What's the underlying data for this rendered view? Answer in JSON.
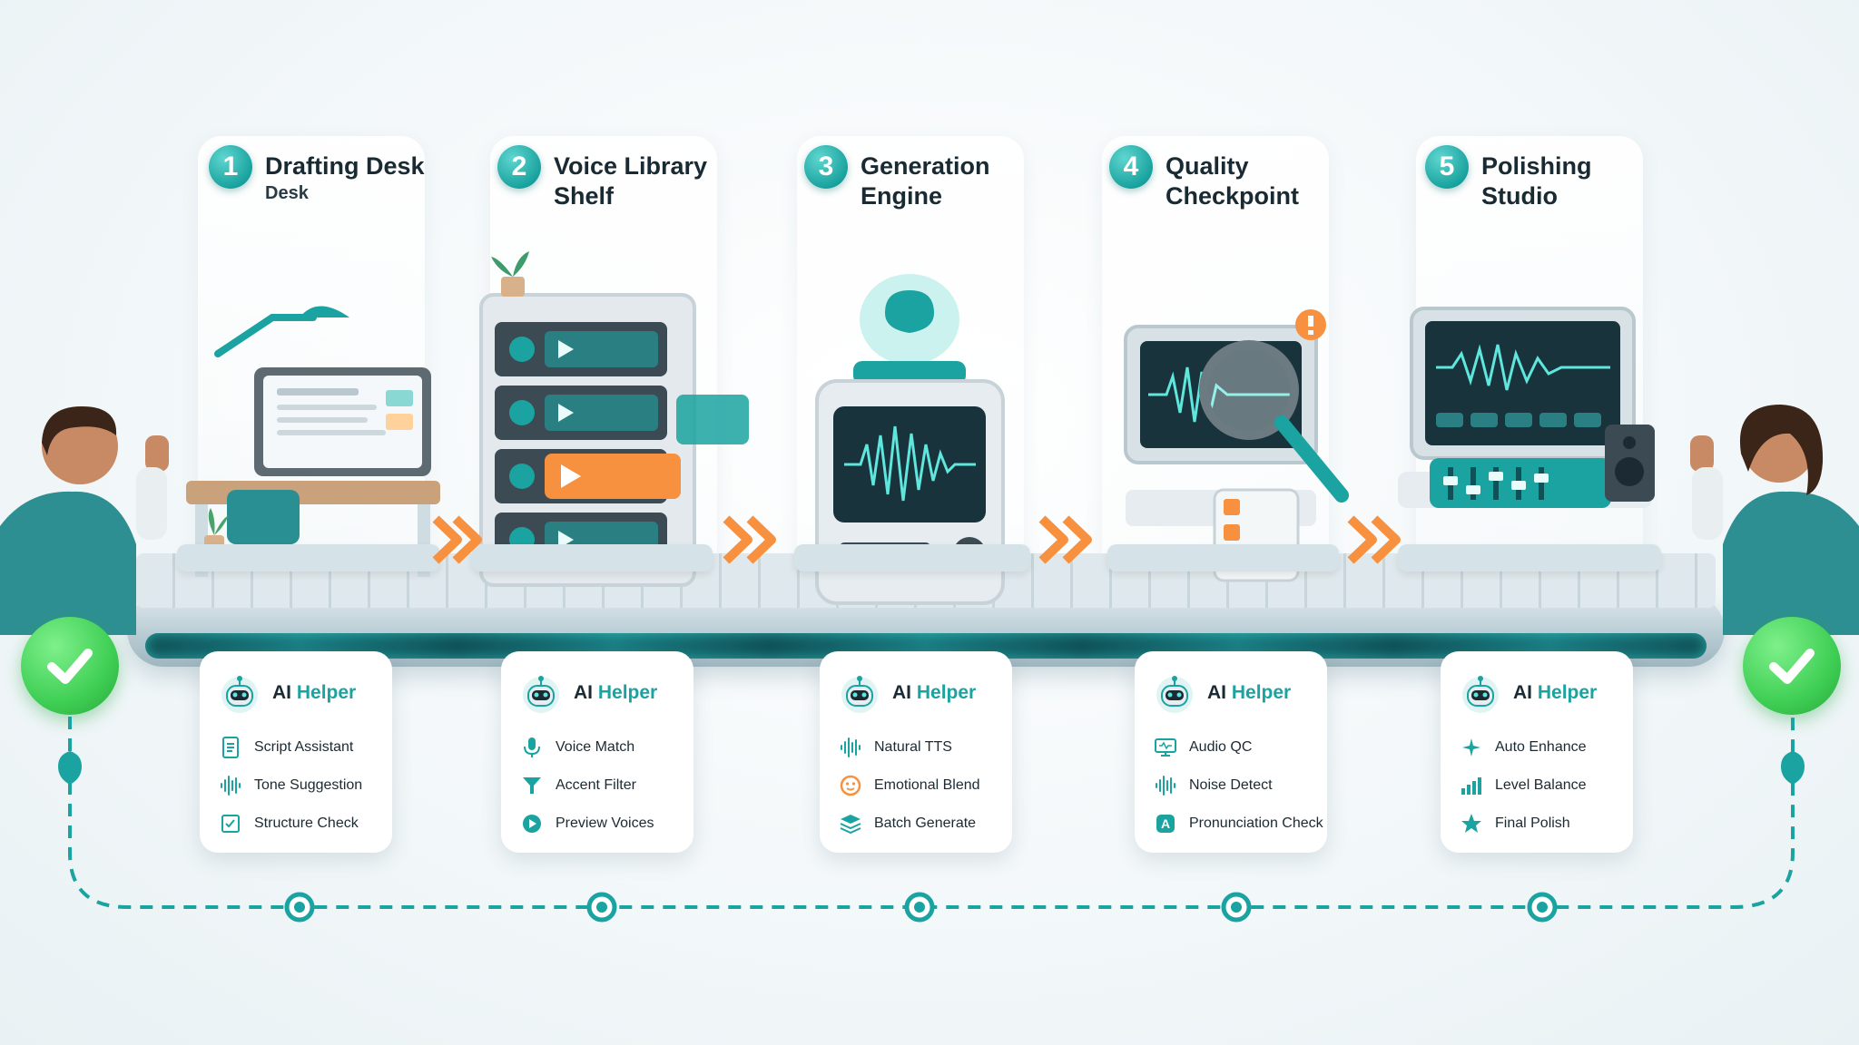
{
  "stages": [
    {
      "number": "1",
      "title": "Drafting Desk",
      "subtitle": "Desk"
    },
    {
      "number": "2",
      "title": "Voice Library\nShelf"
    },
    {
      "number": "3",
      "title": "Generation\nEngine"
    },
    {
      "number": "4",
      "title": "Quality\nCheckpoint"
    },
    {
      "number": "5",
      "title": "Polishing\nStudio"
    }
  ],
  "helpers": [
    {
      "ai": "AI",
      "helper": "Helper",
      "items": [
        {
          "label": "Script Assistant",
          "icon": "document-icon"
        },
        {
          "label": "Tone Suggestion",
          "icon": "waveform-icon"
        },
        {
          "label": "Structure Check",
          "icon": "checklist-icon"
        }
      ]
    },
    {
      "ai": "AI",
      "helper": "Helper",
      "items": [
        {
          "label": "Voice Match",
          "icon": "microphone-icon"
        },
        {
          "label": "Accent Filter",
          "icon": "filter-icon"
        },
        {
          "label": "Preview Voices",
          "icon": "play-icon"
        }
      ]
    },
    {
      "ai": "AI",
      "helper": "Helper",
      "items": [
        {
          "label": "Natural TTS",
          "icon": "waveform-icon"
        },
        {
          "label": "Emotional Blend",
          "icon": "emotion-icon"
        },
        {
          "label": "Batch Generate",
          "icon": "layers-icon"
        }
      ]
    },
    {
      "ai": "AI",
      "helper": "Helper",
      "items": [
        {
          "label": "Audio QC",
          "icon": "monitor-icon"
        },
        {
          "label": "Noise Detect",
          "icon": "waveform-icon"
        },
        {
          "label": "Pronunciation Check",
          "icon": "letter-a-icon"
        }
      ]
    },
    {
      "ai": "AI",
      "helper": "Helper",
      "items": [
        {
          "label": "Auto Enhance",
          "icon": "sparkle-icon"
        },
        {
          "label": "Level Balance",
          "icon": "bars-icon"
        },
        {
          "label": "Final Polish",
          "icon": "star-icon"
        }
      ]
    }
  ],
  "colors": {
    "teal": "#1aa3a0",
    "orange": "#f7913f",
    "green": "#3fcf55"
  }
}
